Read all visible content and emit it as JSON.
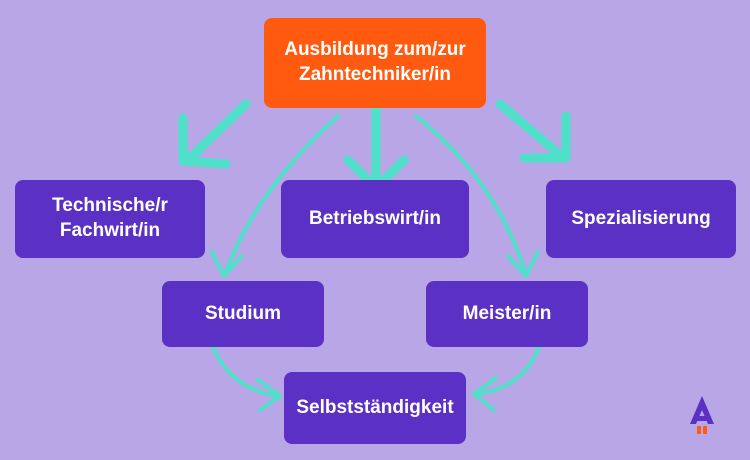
{
  "colors": {
    "background": "#b9a6e6",
    "node": "#5b30c4",
    "root": "#ff5a0f",
    "arrow": "#4fe0c9"
  },
  "nodes": {
    "root": "Ausbildung zum/zur\nZahntechniker/in",
    "fachwirt": "Technische/r\nFachwirt/in",
    "betriebswirt": "Betriebswirt/in",
    "spezialisierung": "Spezialisierung",
    "studium": "Studium",
    "meister": "Meister/in",
    "selbststaendigkeit": "Selbstständigkeit"
  },
  "logo_icon": "rocket-a-logo-icon"
}
